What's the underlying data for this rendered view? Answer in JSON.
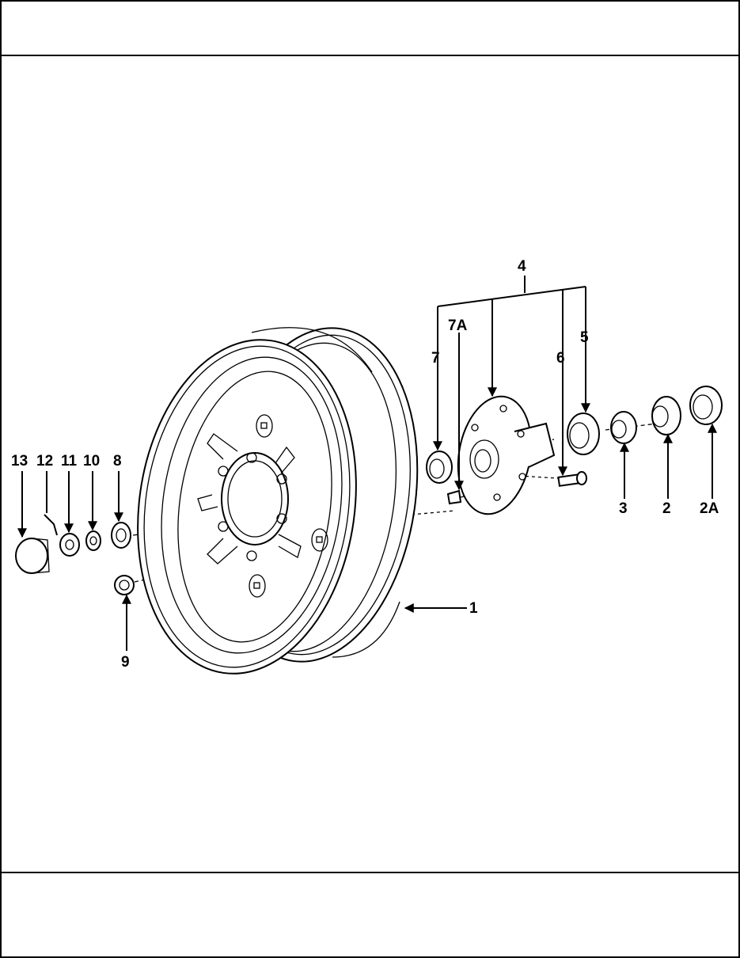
{
  "labels": {
    "l1": "1",
    "l2": "2",
    "l2a": "2A",
    "l3": "3",
    "l4": "4",
    "l5": "5",
    "l6": "6",
    "l7": "7",
    "l7a": "7A",
    "l8": "8",
    "l9": "9",
    "l10": "10",
    "l11": "11",
    "l12": "12",
    "l13": "13"
  }
}
